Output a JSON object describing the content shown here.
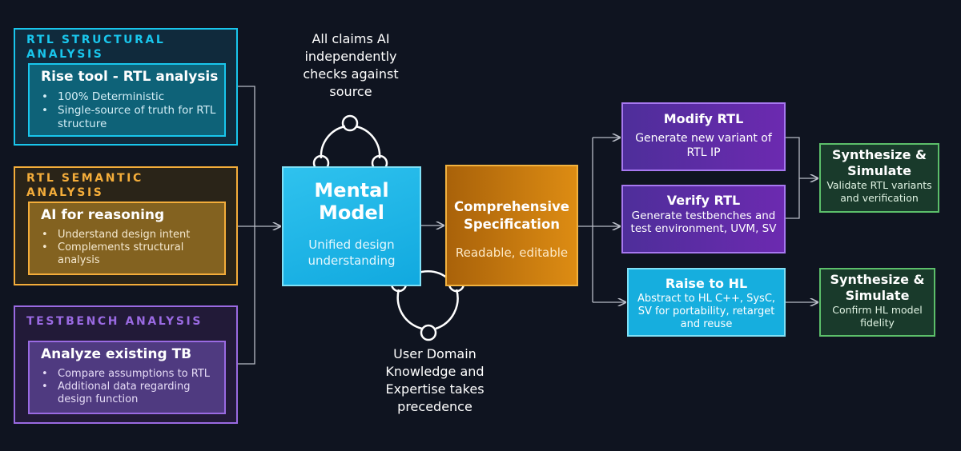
{
  "left_panels": [
    {
      "title": "RTL STRUCTURAL ANALYSIS",
      "heading": "Rise tool - RTL analysis",
      "bullets": [
        "100% Deterministic",
        "Single-source of truth for RTL structure"
      ]
    },
    {
      "title": "RTL SEMANTIC ANALYSIS",
      "heading": "AI for reasoning",
      "bullets": [
        "Understand design intent",
        "Complements structural analysis"
      ]
    },
    {
      "title": "TESTBENCH ANALYSIS",
      "heading": "Analyze existing TB",
      "bullets": [
        "Compare assumptions to RTL",
        "Additional data regarding design function"
      ]
    }
  ],
  "mental_model": {
    "title": "Mental Model",
    "subtitle": "Unified design understanding"
  },
  "top_caption": "All claims AI independently checks against source",
  "bottom_caption": "User Domain Knowledge and Expertise takes precedence",
  "specification": {
    "title": "Comprehensive Specification",
    "subtitle": "Readable, editable"
  },
  "outputs": [
    {
      "title": "Modify RTL",
      "desc": "Generate new variant of RTL IP"
    },
    {
      "title": "Verify RTL",
      "desc": "Generate testbenches and test environment, UVM, SV"
    },
    {
      "title": "Raise to HL",
      "desc": "Abstract to HL C++, SysC, SV for portability, retarget and reuse"
    }
  ],
  "results": [
    {
      "title": "Synthesize & Simulate",
      "desc": "Validate RTL variants and verification"
    },
    {
      "title": "Synthesize & Simulate",
      "desc": "Confirm HL model fidelity"
    }
  ],
  "colors": {
    "background": "#0f1420",
    "structural": "#19c6ec",
    "semantic": "#f4ad3a",
    "testbench": "#9a6ae2",
    "connector": "#b8bcc6"
  }
}
